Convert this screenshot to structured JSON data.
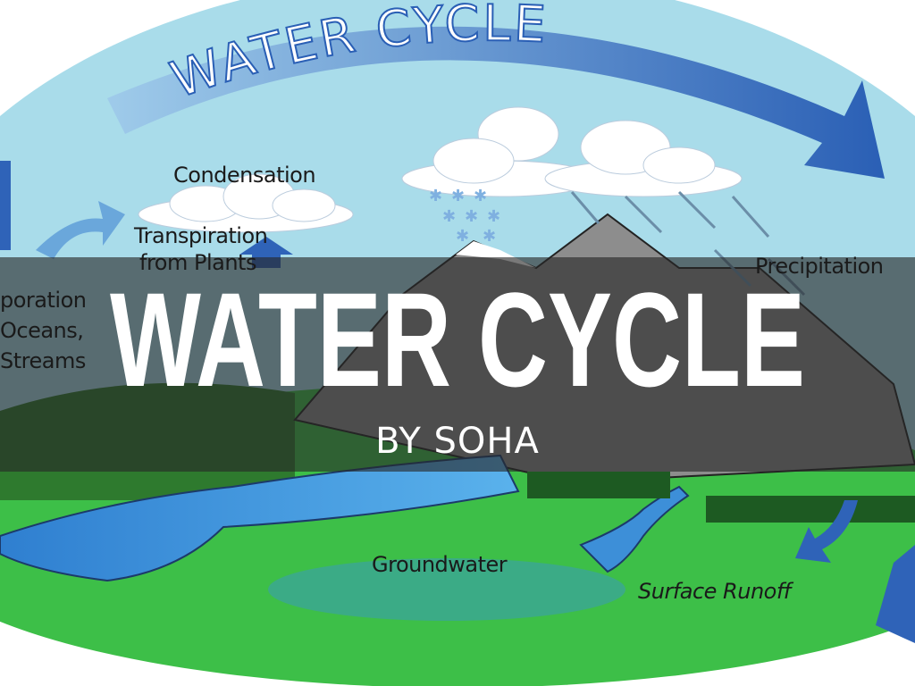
{
  "diagram": {
    "arc_title": "WATER CYCLE",
    "labels": {
      "condensation": "Condensation",
      "transpiration_1": "Transpiration",
      "transpiration_2": "from Plants",
      "evaporation_1": "poration",
      "evaporation_2": "Oceans,",
      "evaporation_3": "Streams",
      "precipitation": "Precipitation",
      "groundwater": "Groundwater",
      "surface_runoff": "Surface Runoff"
    }
  },
  "slide": {
    "title": "WATER CYCLE",
    "subtitle": "BY SOHA"
  },
  "colors": {
    "sky": "#a8dcea",
    "grass": "#3fbf4a",
    "water": "#3d8fd8",
    "arrow": "#2f63b8",
    "overlay": "#262626"
  }
}
